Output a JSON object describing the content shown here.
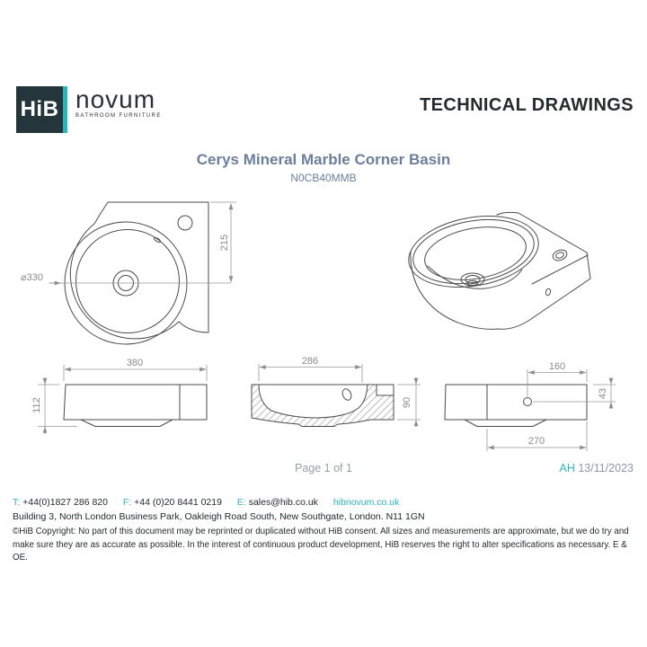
{
  "logo": {
    "hib": "HiB",
    "brand": "novum",
    "tagline": "BATHROOM FURNITURE"
  },
  "header": {
    "title": "TECHNICAL DRAWINGS"
  },
  "product": {
    "name": "Cerys Mineral Marble Corner Basin",
    "code": "N0CB40MMB"
  },
  "drawings": {
    "plan": {
      "diameter": "⌀330",
      "depth": "215"
    },
    "front": {
      "width": "380",
      "height": "112"
    },
    "section": {
      "width": "286",
      "height": "90"
    },
    "side": {
      "tap_offset": "160",
      "tap_drop": "43",
      "width": "270"
    }
  },
  "footer": {
    "page": "Page 1 of 1",
    "initials": "AH",
    "date": "13/11/2023",
    "contact": {
      "t_label": "T:",
      "t": "+44(0)1827 286 820",
      "f_label": "F:",
      "f": "+44 (0)20 8441 0219",
      "e_label": "E:",
      "e": "sales@hib.co.uk",
      "web": "hibnovum.co.uk"
    },
    "address": "Building 3, North London Business Park, Oakleigh Road South, New Southgate, London. N11 1GN",
    "copyright": "©HiB Copyright: No part of this document may be reprinted or duplicated without HiB consent. All sizes and measurements are approximate, but we do try and make sure they are as accurate as possible. In the interest of continuous product development, HiB reserves the right to alter specifications as necessary. E & OE."
  },
  "colors": {
    "teal": "#2ab5ba",
    "dark": "#242b2c",
    "slate": "#6d7e9c",
    "dim_gray": "#8a8a8a",
    "line": "#4b4b4b"
  }
}
